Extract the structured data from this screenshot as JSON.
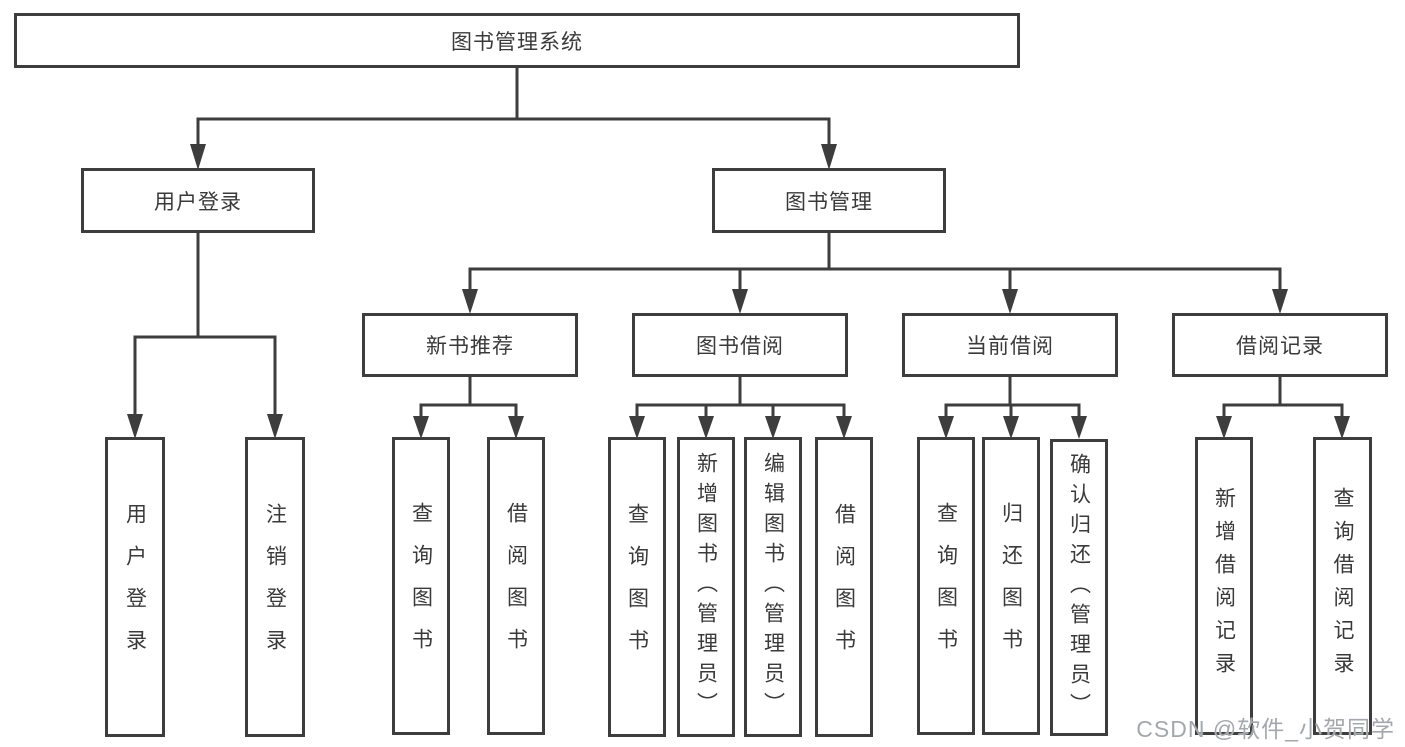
{
  "colors": {
    "line": "#3d3d3d",
    "text": "#3a3a3a",
    "background": "#ffffff",
    "watermark": "#a4a7ab"
  },
  "diagram": {
    "root": {
      "label": "图书管理系统"
    },
    "branches": [
      {
        "label": "用户登录",
        "children": [
          {
            "label": "用户登录"
          },
          {
            "label": "注销登录"
          }
        ]
      },
      {
        "label": "图书管理",
        "children": [
          {
            "label": "新书推荐",
            "children": [
              {
                "label": "查询图书"
              },
              {
                "label": "借阅图书"
              }
            ]
          },
          {
            "label": "图书借阅",
            "children": [
              {
                "label": "查询图书"
              },
              {
                "label": "新增图书（管理员）"
              },
              {
                "label": "编辑图书（管理员）"
              },
              {
                "label": "借阅图书"
              }
            ]
          },
          {
            "label": "当前借阅",
            "children": [
              {
                "label": "查询图书"
              },
              {
                "label": "归还图书"
              },
              {
                "label": "确认归还（管理员）"
              }
            ]
          },
          {
            "label": "借阅记录",
            "children": [
              {
                "label": "新增借阅记录"
              },
              {
                "label": "查询借阅记录"
              }
            ]
          }
        ]
      }
    ]
  },
  "watermark": {
    "text": "CSDN @软件_小贺同学"
  }
}
